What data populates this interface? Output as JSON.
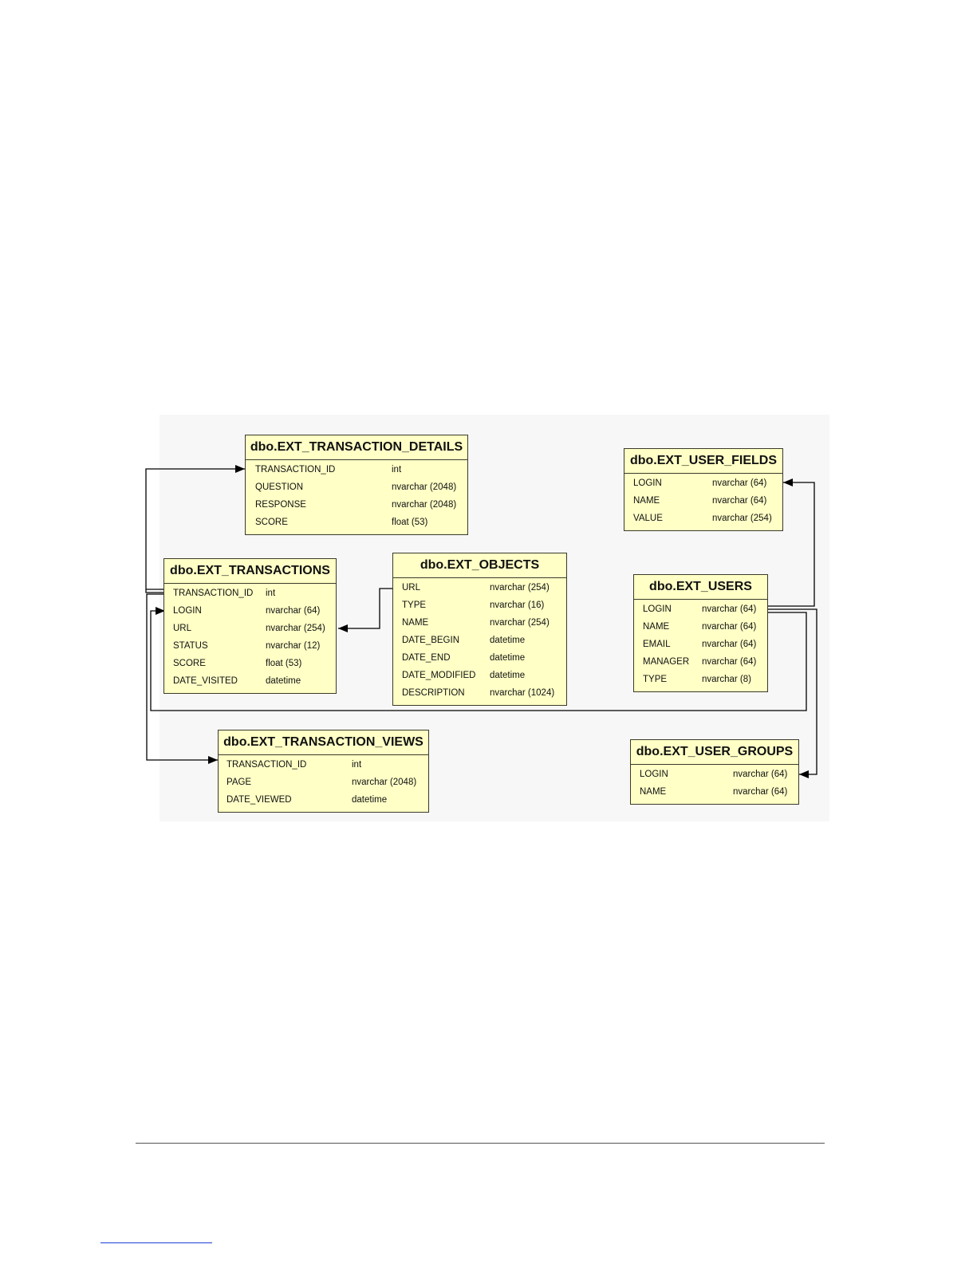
{
  "colors": {
    "table_fill": "#ffffc6",
    "border": "#3a3a2a",
    "connector": "#000000",
    "link": "#1a3fd6"
  },
  "tables": {
    "transaction_details": {
      "title": "dbo.EXT_TRANSACTION_DETAILS",
      "rows": [
        {
          "name": "TRANSACTION_ID",
          "type": "int"
        },
        {
          "name": "QUESTION",
          "type": "nvarchar (2048)"
        },
        {
          "name": "RESPONSE",
          "type": "nvarchar (2048)"
        },
        {
          "name": "SCORE",
          "type": "float (53)"
        }
      ]
    },
    "user_fields": {
      "title": "dbo.EXT_USER_FIELDS",
      "rows": [
        {
          "name": "LOGIN",
          "type": "nvarchar (64)"
        },
        {
          "name": "NAME",
          "type": "nvarchar (64)"
        },
        {
          "name": "VALUE",
          "type": "nvarchar (254)"
        }
      ]
    },
    "transactions": {
      "title": "dbo.EXT_TRANSACTIONS",
      "rows": [
        {
          "name": "TRANSACTION_ID",
          "type": "int"
        },
        {
          "name": "LOGIN",
          "type": "nvarchar (64)"
        },
        {
          "name": "URL",
          "type": "nvarchar (254)"
        },
        {
          "name": "STATUS",
          "type": "nvarchar (12)"
        },
        {
          "name": "SCORE",
          "type": "float (53)"
        },
        {
          "name": "DATE_VISITED",
          "type": "datetime"
        }
      ]
    },
    "objects": {
      "title": "dbo.EXT_OBJECTS",
      "rows": [
        {
          "name": "URL",
          "type": "nvarchar (254)"
        },
        {
          "name": "TYPE",
          "type": "nvarchar (16)"
        },
        {
          "name": "NAME",
          "type": "nvarchar (254)"
        },
        {
          "name": "DATE_BEGIN",
          "type": "datetime"
        },
        {
          "name": "DATE_END",
          "type": "datetime"
        },
        {
          "name": "DATE_MODIFIED",
          "type": "datetime"
        },
        {
          "name": "DESCRIPTION",
          "type": "nvarchar (1024)"
        }
      ]
    },
    "users": {
      "title": "dbo.EXT_USERS",
      "rows": [
        {
          "name": "LOGIN",
          "type": "nvarchar (64)"
        },
        {
          "name": "NAME",
          "type": "nvarchar (64)"
        },
        {
          "name": "EMAIL",
          "type": "nvarchar (64)"
        },
        {
          "name": "MANAGER",
          "type": "nvarchar (64)"
        },
        {
          "name": "TYPE",
          "type": "nvarchar (8)"
        }
      ]
    },
    "transaction_views": {
      "title": "dbo.EXT_TRANSACTION_VIEWS",
      "rows": [
        {
          "name": "TRANSACTION_ID",
          "type": "int"
        },
        {
          "name": "PAGE",
          "type": "nvarchar (2048)"
        },
        {
          "name": "DATE_VIEWED",
          "type": "datetime"
        }
      ]
    },
    "user_groups": {
      "title": "dbo.EXT_USER_GROUPS",
      "rows": [
        {
          "name": "LOGIN",
          "type": "nvarchar (64)"
        },
        {
          "name": "NAME",
          "type": "nvarchar (64)"
        }
      ]
    }
  }
}
